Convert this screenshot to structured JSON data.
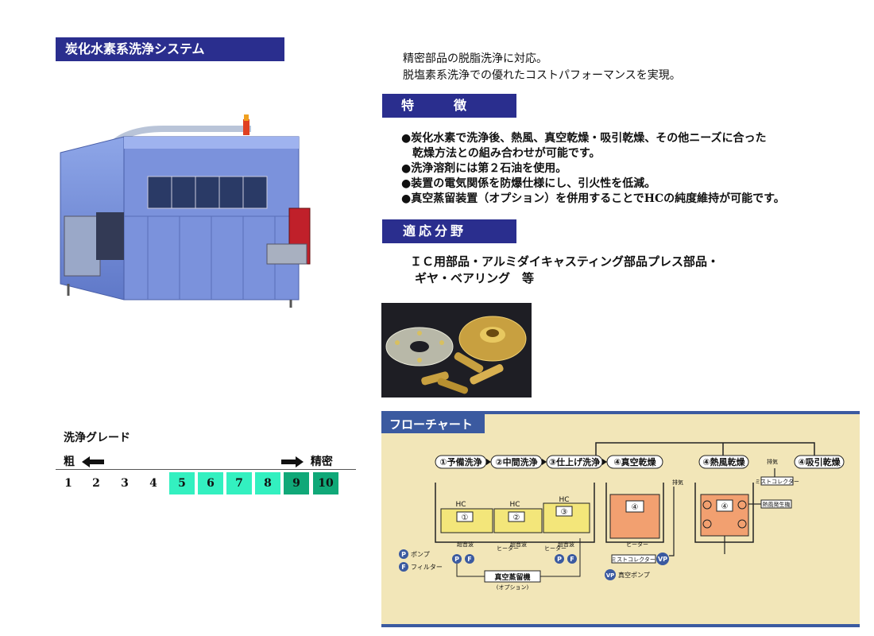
{
  "title": "炭化水素系洗浄システム",
  "intro": [
    "精密部品の脱脂洗浄に対応。",
    "脱塩素系洗浄での優れたコストパフォーマンスを実現。"
  ],
  "features": {
    "heading_left": "特",
    "heading_right": "徴",
    "items": [
      "●炭化水素で洗浄後、熱風、真空乾燥・吸引乾燥、その他ニーズに合った",
      "　乾燥方法との組み合わせが可能です。",
      "●洗浄溶剤には第２石油を使用。",
      "●装置の電気関係を防爆仕様にし、引火性を低減。",
      "●真空蒸留装置（オプション）を併用することでHCの純度維持が可能です。"
    ]
  },
  "applications": {
    "heading": "適応分野",
    "lines": [
      "ＩＣ用部品・アルミダイキャスティング部品プレス部品・",
      "ギヤ・ベアリング　等"
    ]
  },
  "grade": {
    "title": "洗浄グレード",
    "coarse": "粗",
    "fine": "精密",
    "levels": [
      "1",
      "2",
      "3",
      "4",
      "5",
      "6",
      "7",
      "8",
      "9",
      "10"
    ],
    "colors": {
      "plain": "#ffffff",
      "light": "#33f0c0",
      "dark": "#10a878"
    }
  },
  "flowchart": {
    "header": "フローチャート",
    "steps": [
      "①予備洗浄",
      "②中間洗浄",
      "③仕上げ洗浄",
      "④真空乾燥",
      "④熱風乾燥",
      "④吸引乾燥"
    ],
    "tank_label": "HC",
    "tank_nums": [
      "①",
      "②",
      "③"
    ],
    "dry_num": "④",
    "exhaust": "排気",
    "mist": "ミストコレクター",
    "hot_air_gen": "熱風発生機",
    "ultrasonic": "超音波",
    "heater": "ヒーター",
    "pf": [
      "P",
      "F"
    ],
    "vp": "VP",
    "distiller": "真空蒸留機",
    "distiller_opt": "(オプション)",
    "legend_pump_sym": "P",
    "legend_pump": "ポンプ",
    "legend_filter_sym": "F",
    "legend_filter": "フィルター",
    "legend_vp": "真空ポンプ",
    "background": "#f2e6b8"
  }
}
